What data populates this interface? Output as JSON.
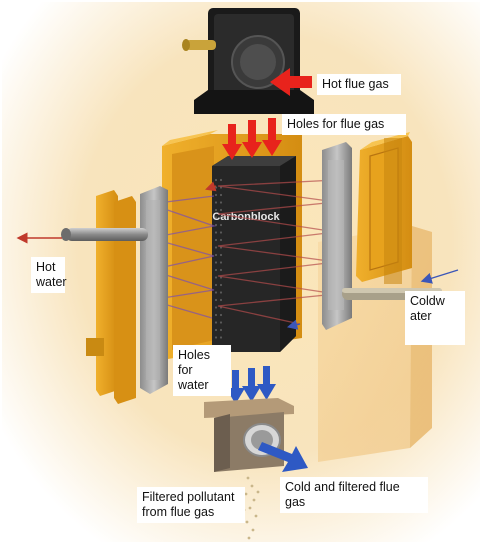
{
  "diagram": {
    "block_label": "Carbonblock",
    "labels": {
      "hot_flue_gas": "Hot flue gas",
      "holes_flue_gas": "Holes for flue gas",
      "hot_water": "Hot water",
      "cold_water": "Coldw ater",
      "holes_water": "Holes for water",
      "cold_filtered": "Cold and filtered flue gas",
      "filtered_pollutant": "Filtered pollutant from flue gas"
    },
    "colors": {
      "frame_orange": "#e7a21d",
      "carbon_block": "#2b2b2b",
      "flue_gas_arrow": "#e8231c",
      "water_arrow": "#2e59c4",
      "background_glow": "#f6d9a0"
    }
  }
}
